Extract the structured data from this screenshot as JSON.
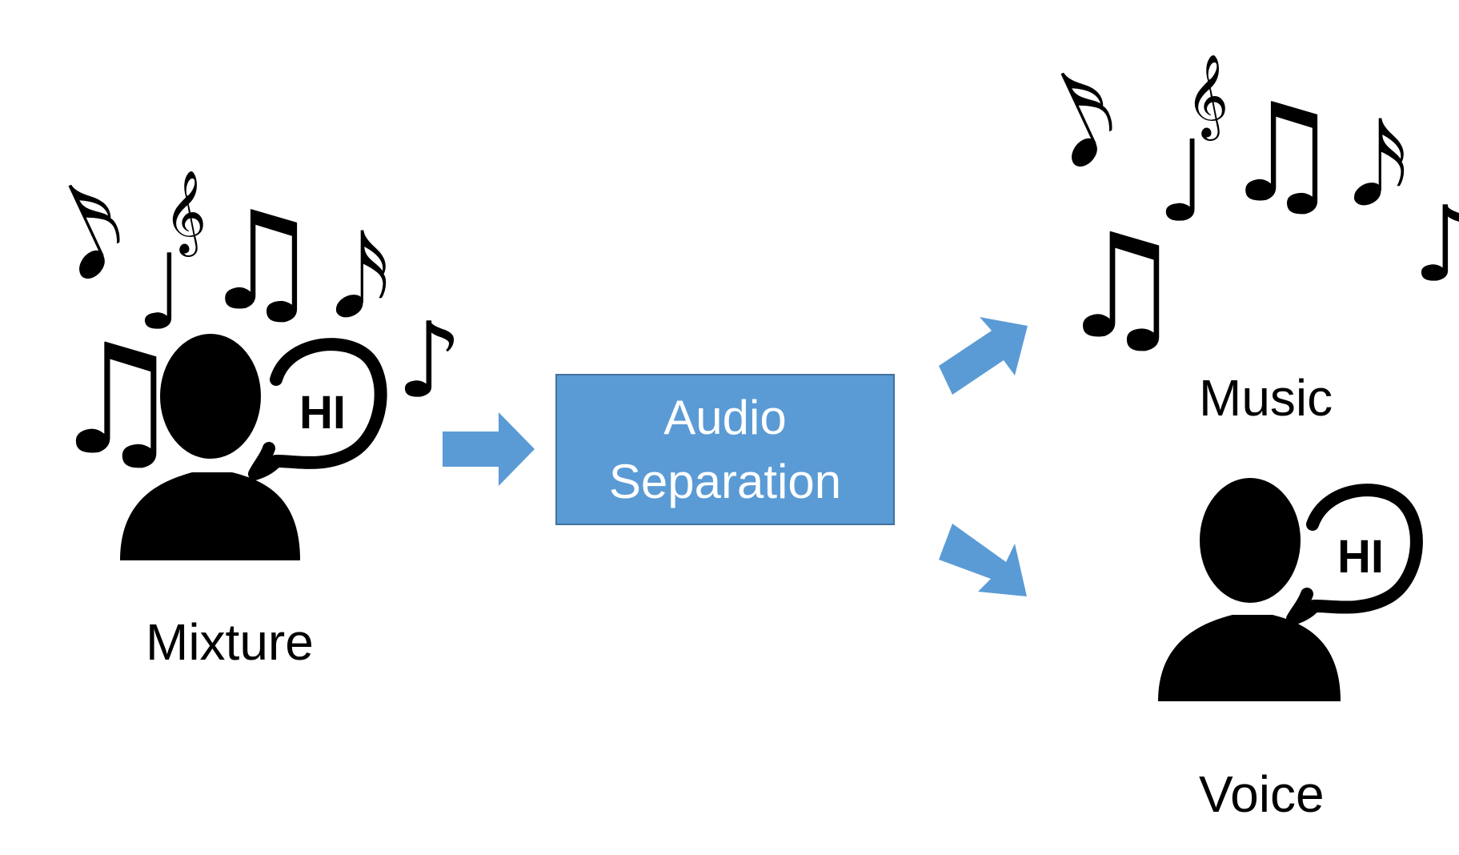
{
  "labels": {
    "mixture": "Mixture",
    "music": "Music",
    "voice": "Voice"
  },
  "process": {
    "line1": "Audio",
    "line2": "Separation"
  },
  "speech": {
    "greeting": "HI"
  },
  "icons": {
    "person": "person-silhouette-icon",
    "speech_bubble": "speech-bubble-icon",
    "notes": "music-notes-icon",
    "arrow": "block-arrow-icon"
  },
  "colors": {
    "process_fill": "#5b9bd5",
    "process_border": "#41719c",
    "arrow_fill": "#5b9bd5",
    "icon": "#000000"
  }
}
